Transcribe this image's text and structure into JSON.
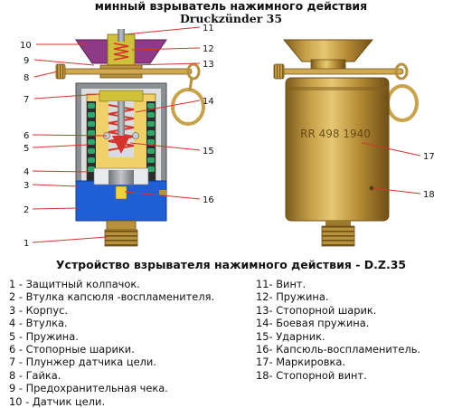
{
  "title_ru": "минный взрыватель нажимного действия",
  "title_de": "Druckzünder 35",
  "legend_title": "Устройство взрывателя нажимного действия - D.Z.35",
  "marking": "RR 498 1940",
  "callouts": {
    "n1": "1",
    "n2": "2",
    "n3": "3",
    "n4": "4",
    "n5": "5",
    "n6": "6",
    "n7": "7",
    "n8": "8",
    "n9": "9",
    "n10": "10",
    "n11": "11",
    "n12": "12",
    "n13": "13",
    "n14": "14",
    "n15": "15",
    "n16": "16",
    "n17": "17",
    "n18": "18"
  },
  "legend": [
    "1 - Защитный колпачок.",
    "2 - Втулка капсюля -воспламенителя.",
    "3 - Корпус.",
    "4 - Втулка.",
    "5 - Пружина.",
    "6 - Стопорные шарики.",
    "7 - Плунжер датчика цели.",
    "8 - Гайка.",
    "9 - Предохранительная чека.",
    "10 - Датчик цели.",
    "11- Винт.",
    "12- Пружина.",
    "13- Стопорной шарик.",
    "14- Боевая пружина.",
    "15- Ударник.",
    "16- Капсюль-воспламенитель.",
    "17- Маркировка.",
    "18- Стопорной винт."
  ],
  "colors": {
    "brass": "#c9a24a",
    "brass_dark": "#8a6a22",
    "purple": "#8e3a86",
    "blue": "#1f5fd6",
    "green": "#2fa66a",
    "gray": "#8c8f92",
    "red": "#d4342c",
    "yellow": "#f2d23a"
  }
}
